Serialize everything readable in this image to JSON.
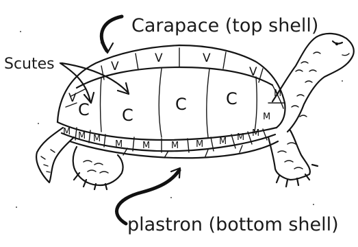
{
  "labels": {
    "carapace": "Carapace (top shell)",
    "scutes": "Scutes",
    "plastron": "plastron (bottom shell)"
  },
  "scute_letters": {
    "central": "C",
    "vertebral": "V",
    "marginal": "M"
  }
}
